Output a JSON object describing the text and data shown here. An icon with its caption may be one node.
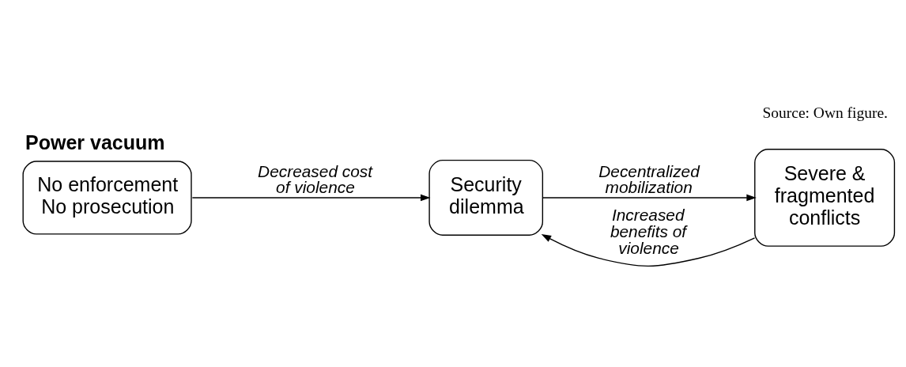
{
  "diagram": {
    "caption": "Source: Own figure.",
    "nodes": [
      {
        "text": [
          "Power vacuum",
          "No enforcement No prosecution"
        ]
      },
      {
        "text": [
          "Security dilemma"
        ]
      },
      {
        "text": [
          "Severe & fragmented conflicts"
        ]
      }
    ],
    "edges": [
      {
        "from": 0,
        "to": 1,
        "arrow": "to",
        "label": "Decreased cost of violence"
      },
      {
        "from": 1,
        "to": 2,
        "arrow": "to",
        "label": "Decentralized mobilization"
      },
      {
        "from": 2,
        "to": 1,
        "arrow": "to",
        "label": "Increased benefits of violence"
      }
    ]
  }
}
